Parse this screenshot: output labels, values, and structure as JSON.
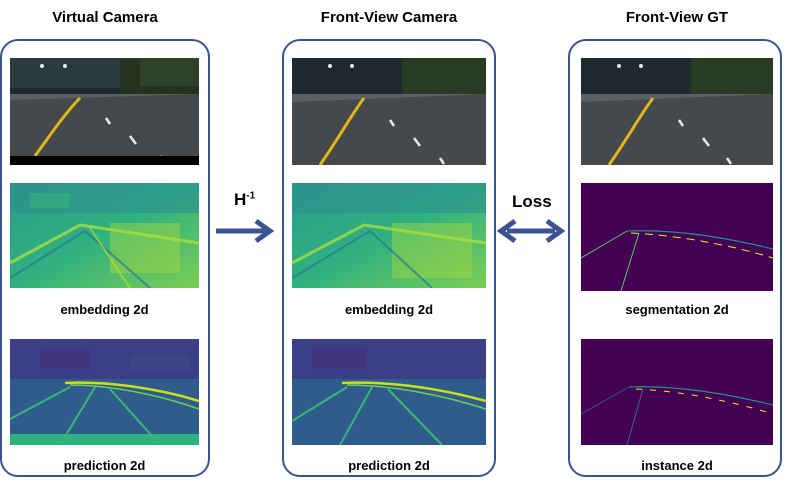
{
  "columns": [
    {
      "title": "Virtual Camera",
      "captions": [
        "embedding 2d",
        "prediction 2d"
      ]
    },
    {
      "title": "Front-View Camera",
      "captions": [
        "embedding 2d",
        "prediction 2d"
      ]
    },
    {
      "title": "Front-View GT",
      "captions": [
        "segmentation 2d",
        "instance 2d"
      ]
    }
  ],
  "operators": {
    "transform_main": "H",
    "transform_sup": "-1",
    "loss": "Loss"
  },
  "colors": {
    "panel_border": "#3c5391",
    "arrow": "#3c5391",
    "viridis_dark": "#440154",
    "viridis_mid": "#21918c",
    "viridis_light": "#5ec962",
    "viridis_yellow": "#fde725"
  }
}
